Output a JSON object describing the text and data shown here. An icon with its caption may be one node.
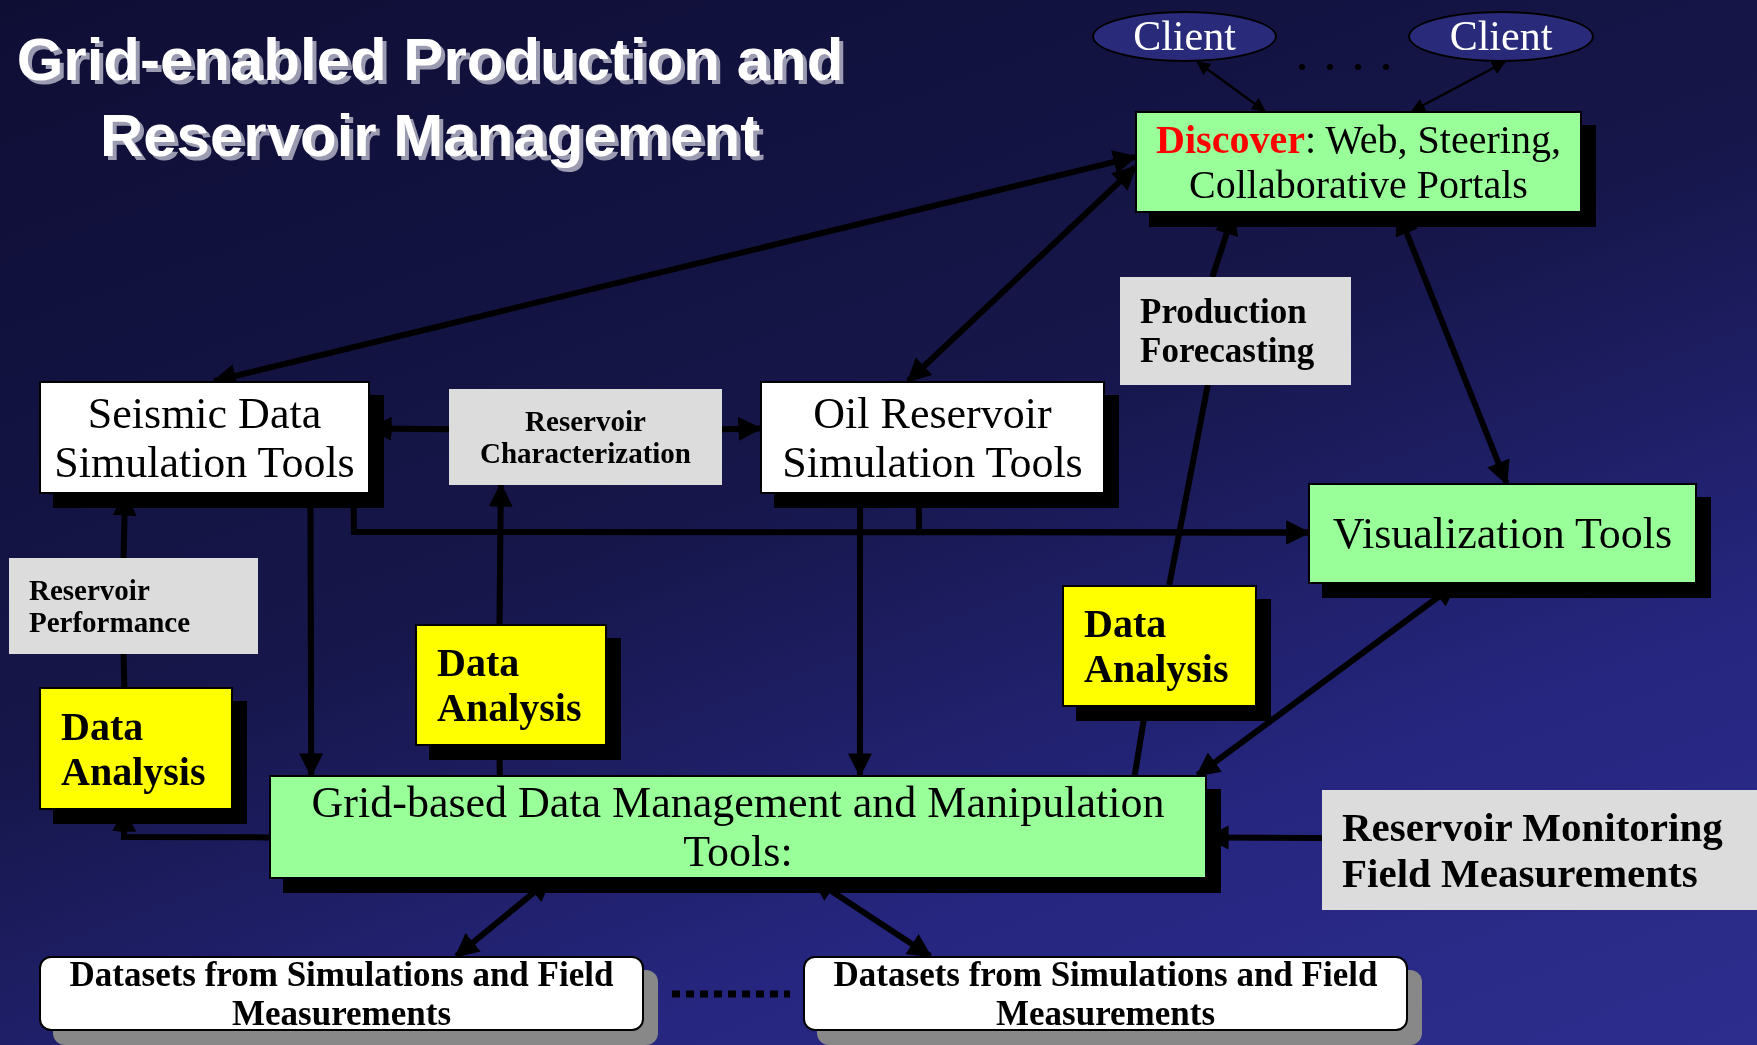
{
  "diagram": {
    "title": "Grid-enabled Production and Reservoir Management",
    "nodes": [
      {
        "text": [
          "Client"
        ]
      },
      {
        "text": [
          "Client"
        ]
      },
      {
        "text": [
          "**Discover**: Web, Steering, Collaborative Portals"
        ]
      },
      {
        "text": [
          "Seismic Data Simulation Tools"
        ]
      },
      {
        "text": [
          "Reservoir Characterization"
        ]
      },
      {
        "text": [
          "Oil Reservoir Simulation Tools"
        ]
      },
      {
        "text": [
          "Production Forecasting"
        ]
      },
      {
        "text": [
          "Visualization Tools"
        ]
      },
      {
        "text": [
          "Reservoir Performance"
        ]
      },
      {
        "text": [
          "Data Analysis"
        ]
      },
      {
        "text": [
          "Data Analysis"
        ]
      },
      {
        "text": [
          "Data Analysis"
        ]
      },
      {
        "text": [
          "Grid-based Data Management and Manipulation Tools:"
        ]
      },
      {
        "text": [
          "Reservoir Monitoring Field Measurements"
        ]
      },
      {
        "text": [
          "Datasets from Simulations and Field Measurements"
        ]
      },
      {
        "text": [
          "Datasets from Simulations and Field Measurements"
        ]
      }
    ],
    "edges": [
      {
        "from": 0,
        "to": 2,
        "arrow": "both"
      },
      {
        "from": 1,
        "to": 2,
        "arrow": "both"
      },
      {
        "from": 3,
        "to": 2,
        "arrow": "both"
      },
      {
        "from": 5,
        "to": 2,
        "arrow": "both"
      },
      {
        "from": 4,
        "to": 3,
        "arrow": "to"
      },
      {
        "from": 4,
        "to": 5,
        "arrow": "to"
      },
      {
        "from": 3,
        "to": 12,
        "arrow": "to"
      },
      {
        "from": 3,
        "to": 7,
        "arrow": "to"
      },
      {
        "from": 5,
        "to": 7,
        "arrow": "to"
      },
      {
        "from": 5,
        "to": 12,
        "arrow": "to"
      },
      {
        "from": 12,
        "to": 9,
        "arrow": "to"
      },
      {
        "from": 9,
        "to": 8,
        "arrow": "none"
      },
      {
        "from": 8,
        "to": 3,
        "arrow": "to"
      },
      {
        "from": 12,
        "to": 10,
        "arrow": "none"
      },
      {
        "from": 10,
        "to": 4,
        "arrow": "to"
      },
      {
        "from": 12,
        "to": 11,
        "arrow": "none"
      },
      {
        "from": 11,
        "to": 6,
        "arrow": "none"
      },
      {
        "from": 6,
        "to": 2,
        "arrow": "to"
      },
      {
        "from": 2,
        "to": 7,
        "arrow": "both"
      },
      {
        "from": 7,
        "to": 12,
        "arrow": "both"
      },
      {
        "from": 13,
        "to": 12,
        "arrow": "to"
      },
      {
        "from": 12,
        "to": 14,
        "arrow": "both"
      },
      {
        "from": 12,
        "to": 15,
        "arrow": "both"
      }
    ]
  }
}
